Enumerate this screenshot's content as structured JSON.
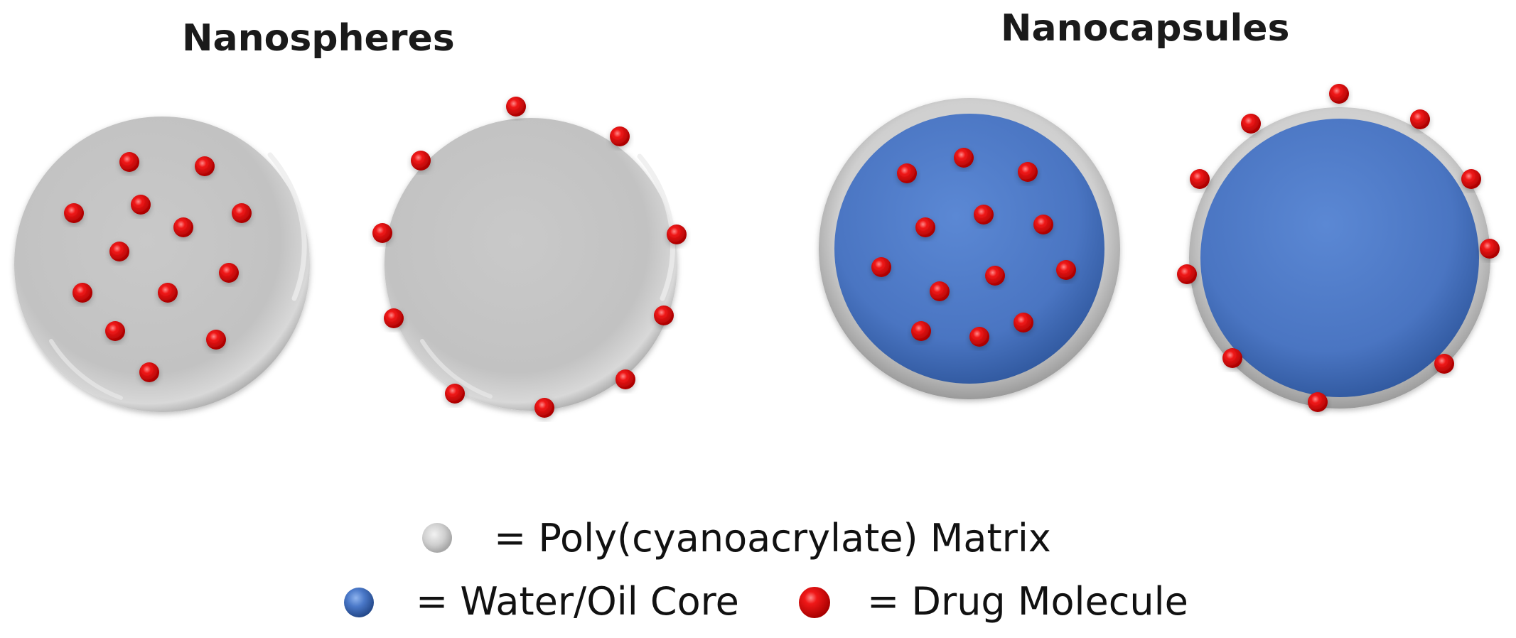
{
  "titles": {
    "nanospheres": "Nanospheres",
    "nanocapsules": "Nanocapsules"
  },
  "legend": {
    "matrix": "= Poly(cyanoacrylate) Matrix",
    "core": "= Water/Oil Core",
    "drug": "= Drug Molecule"
  },
  "colors": {
    "matrix": "#c6c6c6",
    "core": "#4a78c8",
    "drug": "#e01010"
  }
}
